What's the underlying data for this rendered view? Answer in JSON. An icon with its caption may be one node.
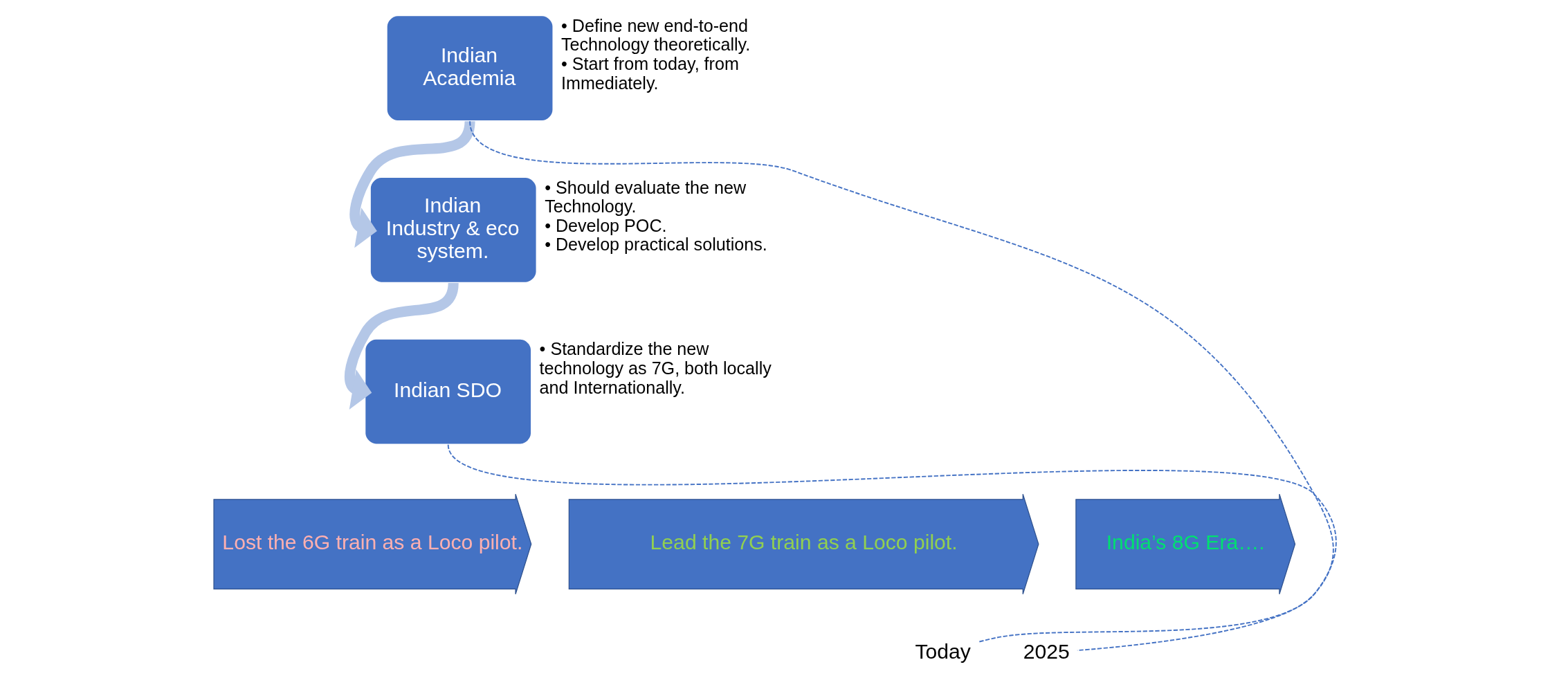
{
  "diagram": {
    "nodes": [
      {
        "text": [
          "Indian Academia"
        ],
        "beside": [
          "• Define new end-to-end Technology theoretically.",
          "• Start from today, from Immediately."
        ]
      },
      {
        "text": [
          "Indian Industry & eco system."
        ],
        "beside": [
          "• Should evaluate the new Technology.",
          "• Develop POC.",
          "• Develop practical solutions."
        ]
      },
      {
        "text": [
          "Indian SDO"
        ],
        "beside": [
          "• Standardize the new technology as 7G, both locally and Internationally."
        ]
      },
      {
        "text": [
          "Lost the 6G train as a Loco pilot."
        ]
      },
      {
        "text": [
          "Lead the 7G train as a Loco pilot."
        ]
      },
      {
        "text": [
          "India’s 8G Era…."
        ]
      },
      {
        "text": [
          "Today"
        ]
      },
      {
        "text": [
          "2025"
        ]
      }
    ],
    "edges": [
      {
        "from": 0,
        "to": 1,
        "arrow": "to",
        "style": "thick",
        "color": "#b4c7e7"
      },
      {
        "from": 1,
        "to": 2,
        "arrow": "to",
        "style": "thick",
        "color": "#b4c7e7"
      },
      {
        "from": 0,
        "to": 6,
        "arrow": "none",
        "style": "dashed",
        "color": "#4472c4"
      },
      {
        "from": 2,
        "to": 7,
        "arrow": "none",
        "style": "dashed",
        "color": "#4472c4"
      }
    ]
  }
}
